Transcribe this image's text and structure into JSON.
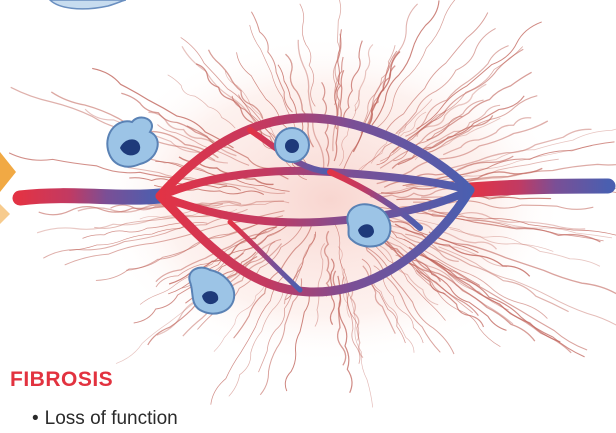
{
  "figure": {
    "title": "FIBROSIS",
    "bullets": [
      "Loss of function"
    ],
    "colors": {
      "arterial": "#e23345",
      "venous": "#4a5fb0",
      "collagen": "#c0635a",
      "cell_fill": "#9cc4e6",
      "cell_outline": "#5a82b5",
      "nucleus": "#1e3a7a",
      "title": "#e2323f",
      "side_arrow": "#f0a030"
    },
    "icons": [
      "blood-vessel-network",
      "collagen-fibers",
      "fibroblast-cell"
    ]
  }
}
